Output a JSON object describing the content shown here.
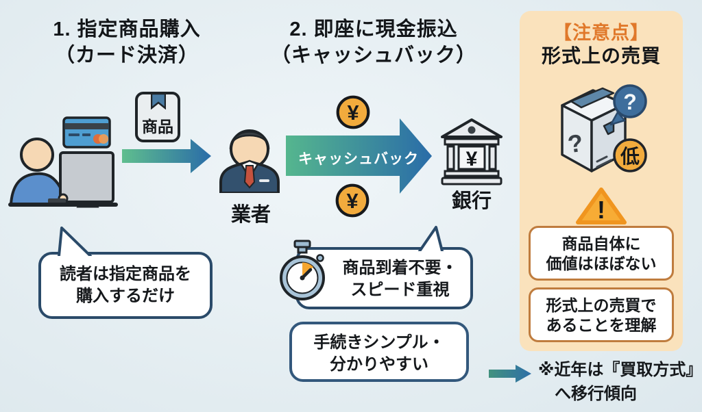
{
  "colors": {
    "background": "#E5EEF2",
    "panel_background": "#FAE2BC",
    "accent_orange": "#E0782A",
    "note_border": "#BF7C3E",
    "bubble_border": "#2A4A69",
    "arrow_green": "#55B68E",
    "arrow_blue": "#2A6CA8",
    "coin_orange": "#F2AB3D",
    "warning_orange": "#F7AC35",
    "suit_navy": "#33516E",
    "card_blue": "#4E9ED1"
  },
  "headings": {
    "step1": {
      "line1": "1. 指定商品購入",
      "line2": "（カード決済）"
    },
    "step2": {
      "line1": "2. 即座に現金振込",
      "line2": "（キャッシュバック）"
    }
  },
  "flow": {
    "product_label": "商品",
    "vendor_label": "業者",
    "bank_label": "銀行",
    "bank_symbol": "¥",
    "cashback_label": "キャッシュバック",
    "coin_symbol": "¥"
  },
  "bubbles": {
    "reader": {
      "line1": "読者は指定商品を",
      "line2": "購入するだけ"
    },
    "speed": {
      "line1": "商品到着不要・",
      "line2": "スピード重視"
    },
    "simple": {
      "line1": "手続きシンプル・",
      "line2": "分かりやすい"
    }
  },
  "caution": {
    "tag": "【注意点】",
    "title": "形式上の売買",
    "box_question_mark": "?",
    "bubble_question_mark": "?",
    "low_badge": "低",
    "warning_mark": "!",
    "note1": {
      "line1": "商品自体に",
      "line2": "価値はほぼない"
    },
    "note2": {
      "line1": "形式上の売買で",
      "line2": "あることを理解"
    }
  },
  "footnote": {
    "line1": "※近年は『買取方式』",
    "line2": "へ移行傾向"
  }
}
